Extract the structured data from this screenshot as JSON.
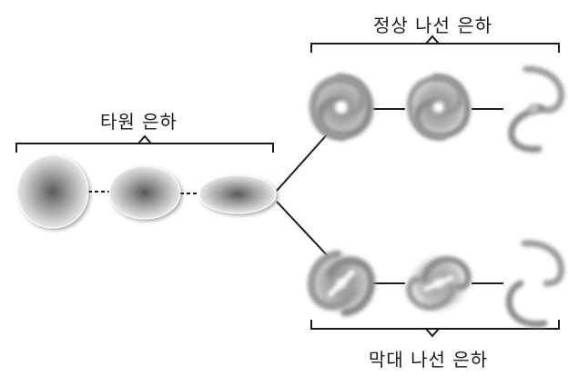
{
  "labels": {
    "elliptical": "타원 은하",
    "normal_spiral": "정상 나선 은하",
    "barred_spiral": "막대 나선 은하"
  },
  "colors": {
    "ink": "#1a1a1a",
    "galaxy_core": "#555555",
    "galaxy_edge": "#e6e6e6"
  }
}
